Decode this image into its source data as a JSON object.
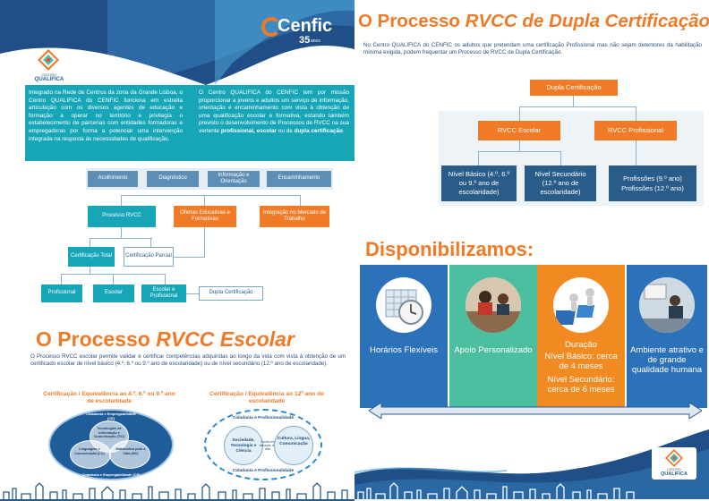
{
  "brand": {
    "cenfic": "Cenfic",
    "years": "35",
    "years_suffix": "anos",
    "qualifica_top": "CENTRO",
    "qualifica": "QUALIFICA"
  },
  "intro": {
    "left": "Integrado na Rede de Centros da zona da Grande Lisboa, o Centro QUALIFICA do CENFIC funciona em estreita articulação com os diversos agentes de educação e formação a operar no território e privilegia o estabelecimento de parcerias com entidades formadoras e empregadoras por forma a potenciar uma intervenção integrada na resposta às necessidades de qualificação.",
    "right_a": "O Centro QUALIFICA do CENFIC tem por missão proporcionar a jovens e adultos um serviço de informação, orientação e encaminhamento com vista à obtenção de uma qualificação escolar e formativa, estando também previsto o desenvolvimento de Processos de RVCC na sua vertente ",
    "right_b": "profissional, escolar",
    "right_c": " ou de ",
    "right_d": "dupla certificação",
    "right_e": "."
  },
  "flow": {
    "steps": [
      "Acolhimento",
      "Diagnóstico",
      "Informação e Orientação",
      "Encaminhamento"
    ],
    "processo": "Processo RVCC",
    "ofertas": "Ofertas Educativas e Formativas",
    "integracao": "Integração no Mercado de Trabalho",
    "cert_total": "Certificação Total",
    "cert_parcial": "Certificação Parcial",
    "profissional": "Profissional",
    "escolar": "Escolar",
    "esc_prof": "Escolar e Profissional",
    "dupla": "Dupla Certificação"
  },
  "escolar": {
    "title_a": "O Processo ",
    "title_b": "RVCC Escolar",
    "text": "O Processo RVCC escolar permite validar e certificar competências adquiridas ao longo da vida com vista à obtenção de um certificado escolar de nível básico (4.º, 6.º ou 9.º ano de escolaridade) ou de nível secundário (12.º ano de escolaridade).",
    "basic_title": "Certificação / Equivalência ao 4.º, 6.º ou 9.º ano de escolaridade",
    "basic_outer_top": "Cidadania e Empregabilidade (CE)",
    "basic_tic": "Tecnologias de Informação e Comunicação (TIC)",
    "basic_lc": "Linguagem e Comunicação (LC)",
    "basic_mv": "Matemática para a Vida (MV)",
    "basic_outer_bottom": "Cidadania e Empregabilidade (CE)",
    "sec_title": "Certificação / Equivalência ao 12º ano de escolaridade",
    "sec_top": "Cidadania e Profissionalidade",
    "sec_stc": "Sociedade, Tecnologia e Ciência",
    "sec_mid": "Saída em situação de vida",
    "sec_clc": "Cultura, Língua, Comunicação",
    "sec_bottom": "Cidadania e Profissionalidade"
  },
  "dupla": {
    "title_a": "O Processo ",
    "title_b": "RVCC de Dupla Certificação",
    "text": "No Centro QUALIFICA do CENFIC os adultos que pretendam uma certificação Profissional mas não sejam detentores da habilitação mínima exigida, podem frequentar um Processo de RVCC de Dupla Certificação.",
    "root": "Dupla Certificação",
    "escolar": "RVCC Escolar",
    "profissional": "RVCC Profissional",
    "basico": "Nível Básico (4.º, 6.º ou 9.º ano de escolaridade)",
    "secundario": "Nível Secundário (12.º ano de escolaridade)",
    "profissoes_1": "Profissões (9.º ano)",
    "profissoes_2": "Profissões (12.º ano)"
  },
  "disponibilizamos": {
    "title": "Disponibilizamos:",
    "cards": [
      {
        "label": "Horários Flexíveis"
      },
      {
        "label": "Apoio Personalizado"
      },
      {
        "label": "Duração",
        "sub1": "Nível Básico: cerca de 4 meses",
        "sub2": "Nível Secundário: cerca de 6 meses"
      },
      {
        "label": "Ambiente atrativo e de grande qualidade humana"
      }
    ]
  },
  "colors": {
    "teal": "#17a6b8",
    "orange": "#f07a26",
    "navy": "#2a5c8a",
    "steel": "#5d8fb6",
    "green": "#4cbfa0"
  }
}
